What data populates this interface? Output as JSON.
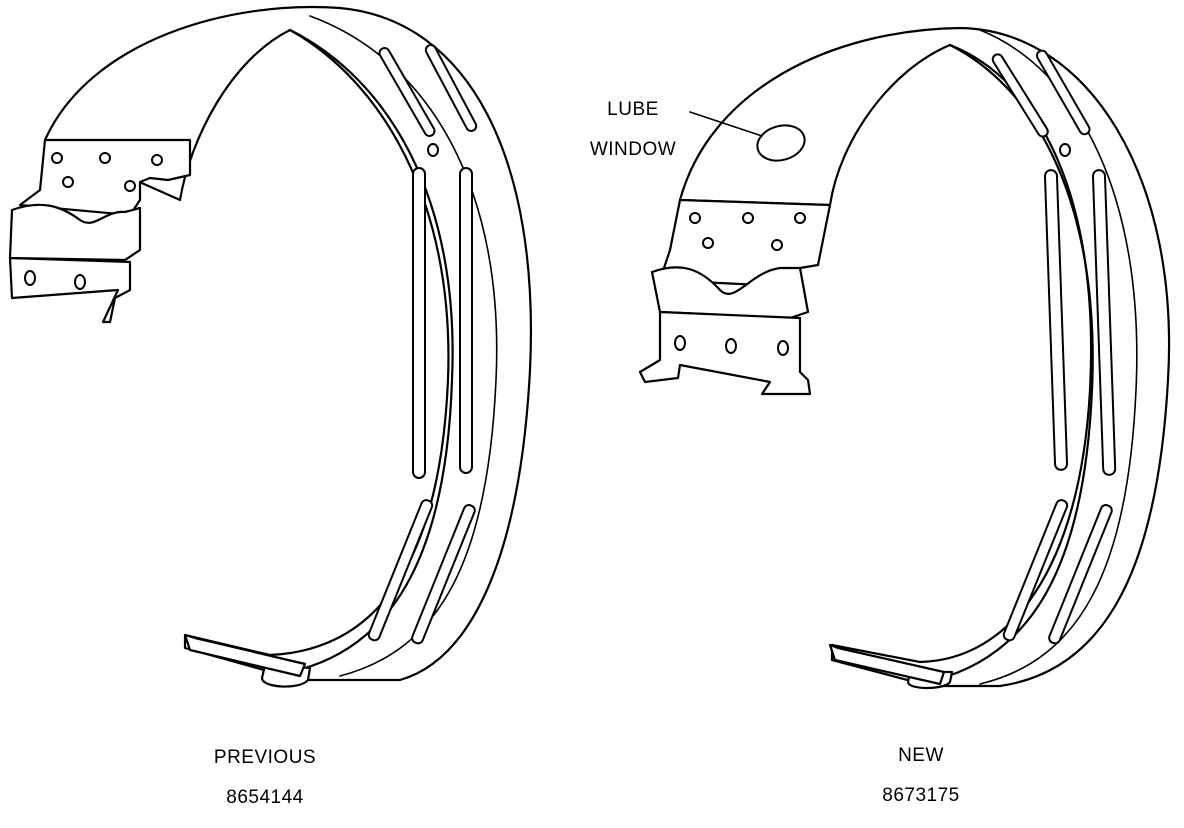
{
  "labels": {
    "lube_window_line1": "LUBE",
    "lube_window_line2": "WINDOW",
    "previous_title": "PREVIOUS",
    "previous_part": "8654144",
    "new_title": "NEW",
    "new_part": "8673175"
  }
}
